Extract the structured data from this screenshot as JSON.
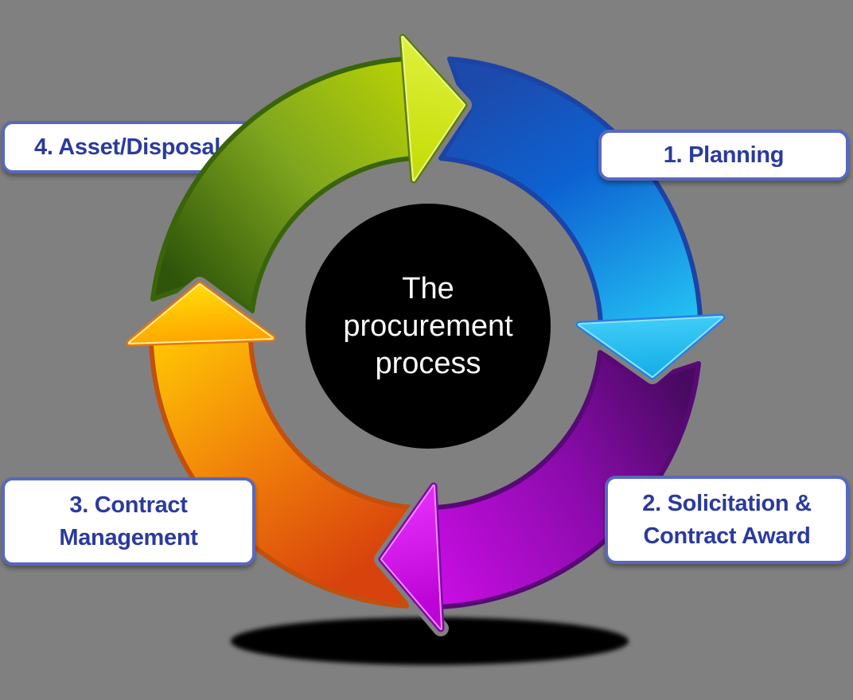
{
  "diagram_type": "cycle",
  "flow_direction": "clockwise",
  "center_circle": {
    "line1": "The",
    "line2": "procurement",
    "line3": "process"
  },
  "labels": {
    "planning": {
      "line1": "1. Planning"
    },
    "solicitation": {
      "line1": "2. Solicitation &",
      "line2": "Contract Award"
    },
    "contract_management": {
      "line1": "3. Contract",
      "line2": "Management"
    },
    "asset_disposal": {
      "line1": "4. Asset/Disposal"
    }
  },
  "colors": {
    "background": "#808080",
    "ground_shadow": "#000000",
    "center_circle_bg": "#000000",
    "center_circle_text": "#FFFFFF",
    "label_bg": "#FFFFFF",
    "label_border": "#5968BE",
    "label_text": "#2B3A9E",
    "arrow_green": {
      "tail": "#2E5509",
      "mid": "#7FA61E",
      "head_base": "#BCD503",
      "band_border": "#3A640A",
      "head_border": "#5E7D04",
      "head_fill_a": "#DFF03A",
      "head_fill_b": "#C3DB04",
      "head_bevel": "#EAF693"
    },
    "arrow_blue": {
      "tail": "#1C4AAC",
      "mid": "#0D62D2",
      "head_base": "#24C4F4",
      "band_border": "#1C43A6",
      "head_border": "#2980E0",
      "head_fill_a": "#45D0FA",
      "head_fill_b": "#14AEE8",
      "head_bevel": "#8FE4FF"
    },
    "arrow_purple": {
      "tail": "#470A60",
      "mid": "#8A0BAB",
      "head_base": "#C70DE2",
      "band_border": "#570974",
      "head_border": "#7C0BA4",
      "head_fill_a": "#E32BF8",
      "head_fill_b": "#BC04D6",
      "head_bevel": "#F08CFF"
    },
    "arrow_orange": {
      "tail": "#D8420C",
      "mid": "#F0800A",
      "head_base": "#FFC404",
      "band_border": "#C2500E",
      "head_border": "#E8770C",
      "head_fill_a": "#FFDC08",
      "head_fill_b": "#FF9D00",
      "head_bevel": "#FFEF9A"
    }
  }
}
